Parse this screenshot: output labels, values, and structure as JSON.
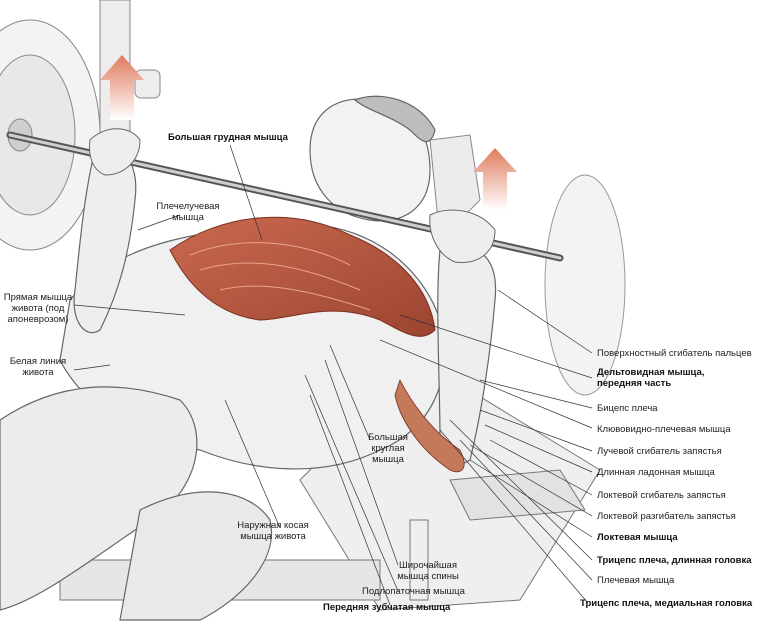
{
  "labels": {
    "pectoralis_major": "Большая грудная мышца",
    "brachialis_left": "Плечелучевая мышца",
    "rectus_abdominis": "Прямая мышца живота (под апоневрозом)",
    "linea_alba": "Белая линия живота",
    "flexor_superficialis": "Поверхностный сгибатель пальцев",
    "deltoid_anterior": "Дельтовидная мышца, передняя часть",
    "biceps": "Бицепс плеча",
    "coracobrachialis": "Клювовидно-плечевая мышца",
    "flexor_carpi_radialis": "Лучевой сгибатель запястья",
    "palmaris_longus": "Длинная ладонная мышца",
    "flexor_carpi_ulnaris": "Локтевой сгибатель запястья",
    "extensor_carpi_ulnaris": "Локтевой разгибатель запястья",
    "anconeus": "Локтевая мышца",
    "triceps_long": "Трицепс плеча, длинная головка",
    "brachialis": "Плечевая мышца",
    "triceps_medial": "Трицепс плеча, медиальная головка",
    "teres_major": "Большая круглая мышца",
    "external_oblique": "Наружная косая мышца живота",
    "latissimus": "Широчайшая мышца спины",
    "subscapularis": "Подлопаточная мышца",
    "serratus_anterior": "Передняя зубчатая мышца"
  },
  "colors": {
    "muscle": "#b8573e",
    "arrow": "#e07a5c",
    "line": "#333333"
  }
}
